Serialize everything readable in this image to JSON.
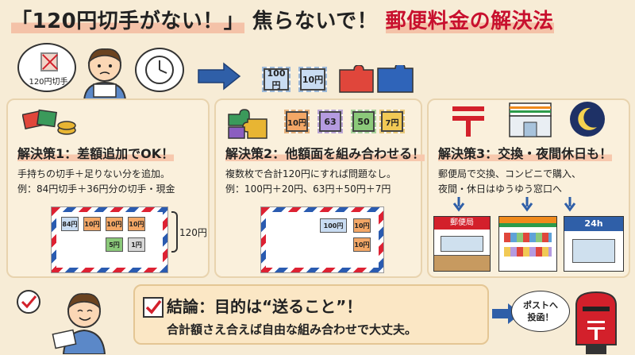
{
  "title": {
    "part1": "「120円切手がない！」",
    "part2": "焦らないで！",
    "part3": "郵便料金の解決法"
  },
  "intro": {
    "stamp_label": "120円切手"
  },
  "top_stamps": [
    "100円",
    "10円"
  ],
  "panel2_stamps": [
    "10円",
    "63",
    "50",
    "7円"
  ],
  "panels": [
    {
      "heading": "解決策1：差額追加でOK！",
      "lines": [
        "手持ちの切手＋足りない分を追加。",
        "例：84円切手＋36円分の切手・現金"
      ],
      "envelope_stamps": [
        "84円",
        "10円",
        "10円",
        "10円",
        "5円",
        "1円"
      ],
      "bracket_label": "120円"
    },
    {
      "heading": "解決策2：他額面を組み合わせる！",
      "lines": [
        "複数枚で合計120円にすれば問題なし。",
        "例：100円＋20円、63円＋50円＋7円"
      ],
      "envelope_stamps": [
        "100円",
        "10円",
        "10円"
      ]
    },
    {
      "heading": "解決策3：交換・夜間休日も！",
      "lines": [
        "郵便局で交換、コンビニで購入、",
        "夜間・休日はゆうゆう窓口へ"
      ],
      "shops": {
        "post_office": "郵便局",
        "night_counter": "24h"
      }
    }
  ],
  "conclusion": {
    "headline": "結論：目的は“送ること”！",
    "subline": "合計額さえ合えば自由な組み合わせで大丈夫。",
    "post_bubble": [
      "ポストへ",
      "投函！"
    ]
  },
  "colors": {
    "background": "#f7ecd6",
    "accent_red": "#c8102e",
    "highlight": "#f4c2a8"
  }
}
